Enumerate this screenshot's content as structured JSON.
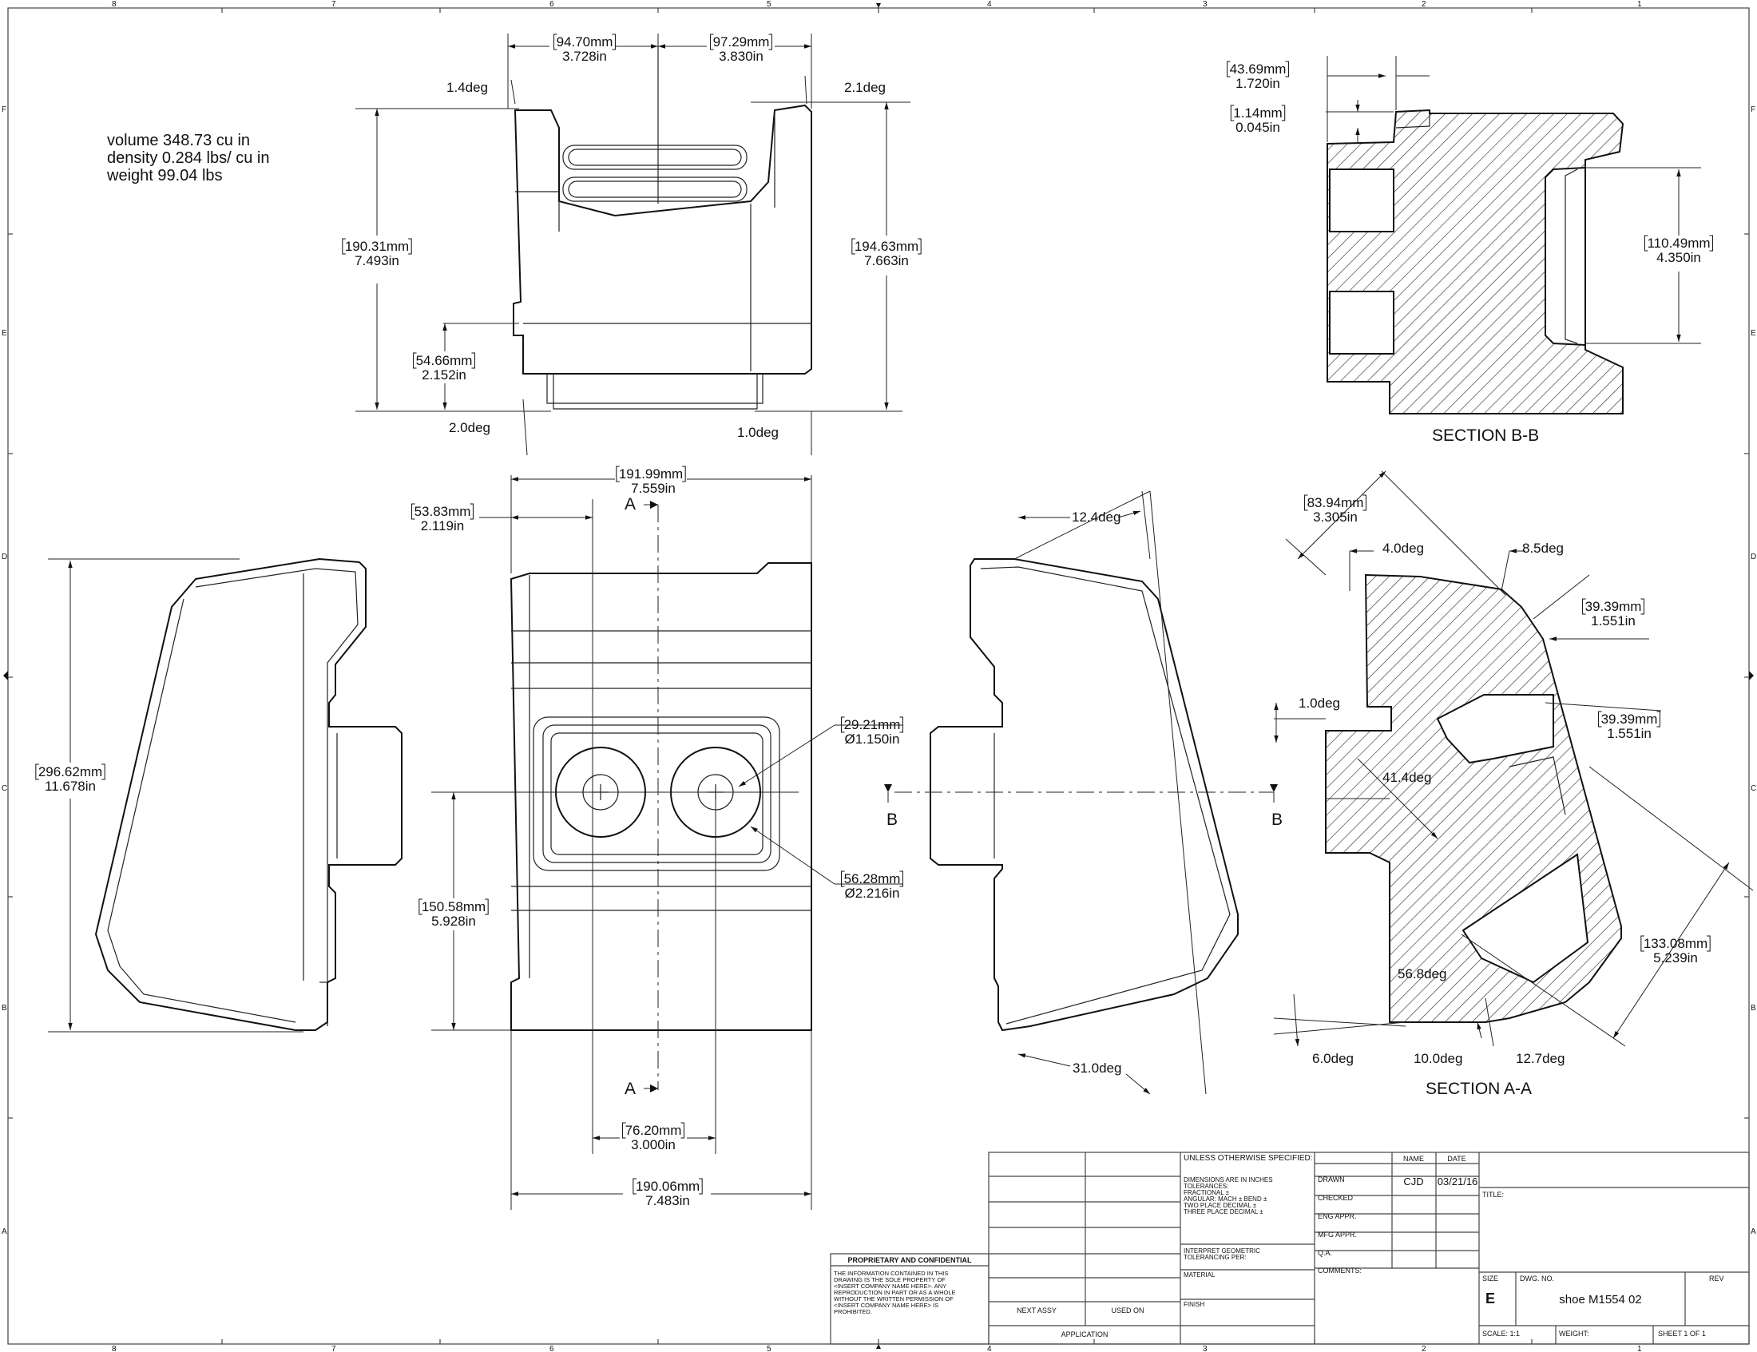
{
  "mass_properties": {
    "volume": "volume 348.73 cu in",
    "density": "density 0.284 lbs/ cu in",
    "weight": "weight 99.04 lbs"
  },
  "dimensions": {
    "top_w1": {
      "mm": "94.70mm",
      "in": "3.728in"
    },
    "top_w2": {
      "mm": "97.29mm",
      "in": "3.830in"
    },
    "top_h_left": {
      "mm": "190.31mm",
      "in": "7.493in"
    },
    "top_h_right": {
      "mm": "194.63mm",
      "in": "7.663in"
    },
    "top_h_low": {
      "mm": "54.66mm",
      "in": "2.152in"
    },
    "front_w": {
      "mm": "191.99mm",
      "in": "7.559in"
    },
    "front_off": {
      "mm": "53.83mm",
      "in": "2.119in"
    },
    "hole_small": {
      "mm": "29.21mm",
      "in": "Ø1.150in"
    },
    "hole_large": {
      "mm": "56.28mm",
      "in": "Ø2.216in"
    },
    "front_h_hole": {
      "mm": "150.58mm",
      "in": "5.928in"
    },
    "hole_spacing": {
      "mm": "76.20mm",
      "in": "3.000in"
    },
    "front_w_bottom": {
      "mm": "190.06mm",
      "in": "7.483in"
    },
    "side_h": {
      "mm": "296.62mm",
      "in": "11.678in"
    },
    "secb_top": {
      "mm": "43.69mm",
      "in": "1.720in"
    },
    "secb_step": {
      "mm": "1.14mm",
      "in": "0.045in"
    },
    "secb_h": {
      "mm": "110.49mm",
      "in": "4.350in"
    },
    "seca_w": {
      "mm": "83.94mm",
      "in": "3.305in"
    },
    "seca_slot1": {
      "mm": "39.39mm",
      "in": "1.551in"
    },
    "seca_slot2": {
      "mm": "39.39mm",
      "in": "1.551in"
    },
    "seca_diag": {
      "mm": "133.08mm",
      "in": "5.239in"
    }
  },
  "angles": {
    "a_1_4": "1.4deg",
    "a_2_1": "2.1deg",
    "a_2_0": "2.0deg",
    "a_1_0_top": "1.0deg",
    "a_12_4": "12.4deg",
    "a_31_0": "31.0deg",
    "a_4_0": "4.0deg",
    "a_8_5": "8.5deg",
    "a_1_0_sec": "1.0deg",
    "a_41_4": "41.4deg",
    "a_56_8": "56.8deg",
    "a_6_0": "6.0deg",
    "a_10_0": "10.0deg",
    "a_12_7": "12.7deg"
  },
  "section_labels": {
    "a_top": "A",
    "a_bottom": "A",
    "b_left": "B",
    "b_right": "B",
    "section_bb": "SECTION B-B",
    "section_aa": "SECTION A-A"
  },
  "border_zones": {
    "cols": [
      "8",
      "7",
      "6",
      "5",
      "4",
      "3",
      "2",
      "1"
    ],
    "rows": [
      "F",
      "E",
      "D",
      "C",
      "B",
      "A"
    ]
  },
  "title_block": {
    "unless": "UNLESS OTHERWISE SPECIFIED:",
    "tolerances": [
      "DIMENSIONS ARE IN INCHES",
      "TOLERANCES:",
      "FRACTIONAL ±",
      "ANGULAR: MACH ±    BEND ±",
      "TWO PLACE DECIMAL    ±",
      "THREE PLACE DECIMAL  ±"
    ],
    "interpret": [
      "INTERPRET GEOMETRIC",
      "TOLERANCING PER:"
    ],
    "material": "MATERIAL",
    "finish": "FINISH",
    "next_assy": "NEXT ASSY",
    "used_on": "USED ON",
    "application": "APPLICATION",
    "name_hdr": "NAME",
    "date_hdr": "DATE",
    "drawn": "DRAWN",
    "drawn_name": "CJD",
    "drawn_date": "03/21/16",
    "checked": "CHECKED",
    "eng_appr": "ENG APPR.",
    "mfg_appr": "MFG APPR.",
    "qa": "Q.A.",
    "comments": "COMMENTS:",
    "title_lbl": "TITLE:",
    "size_lbl": "SIZE",
    "size_val": "E",
    "dwg_no_lbl": "DWG.  NO.",
    "dwg_no": "shoe M1554 02",
    "rev_lbl": "REV",
    "scale": "SCALE: 1:1",
    "weight": "WEIGHT:",
    "sheet": "SHEET 1 OF 1"
  },
  "proprietary": {
    "heading": "PROPRIETARY AND CONFIDENTIAL",
    "lines": [
      "THE INFORMATION CONTAINED IN THIS",
      "DRAWING IS THE SOLE PROPERTY OF",
      "<INSERT COMPANY NAME HERE>.  ANY",
      "REPRODUCTION IN PART OR AS A WHOLE",
      "WITHOUT THE WRITTEN PERMISSION OF",
      "<INSERT COMPANY NAME HERE> IS",
      "PROHIBITED."
    ]
  }
}
